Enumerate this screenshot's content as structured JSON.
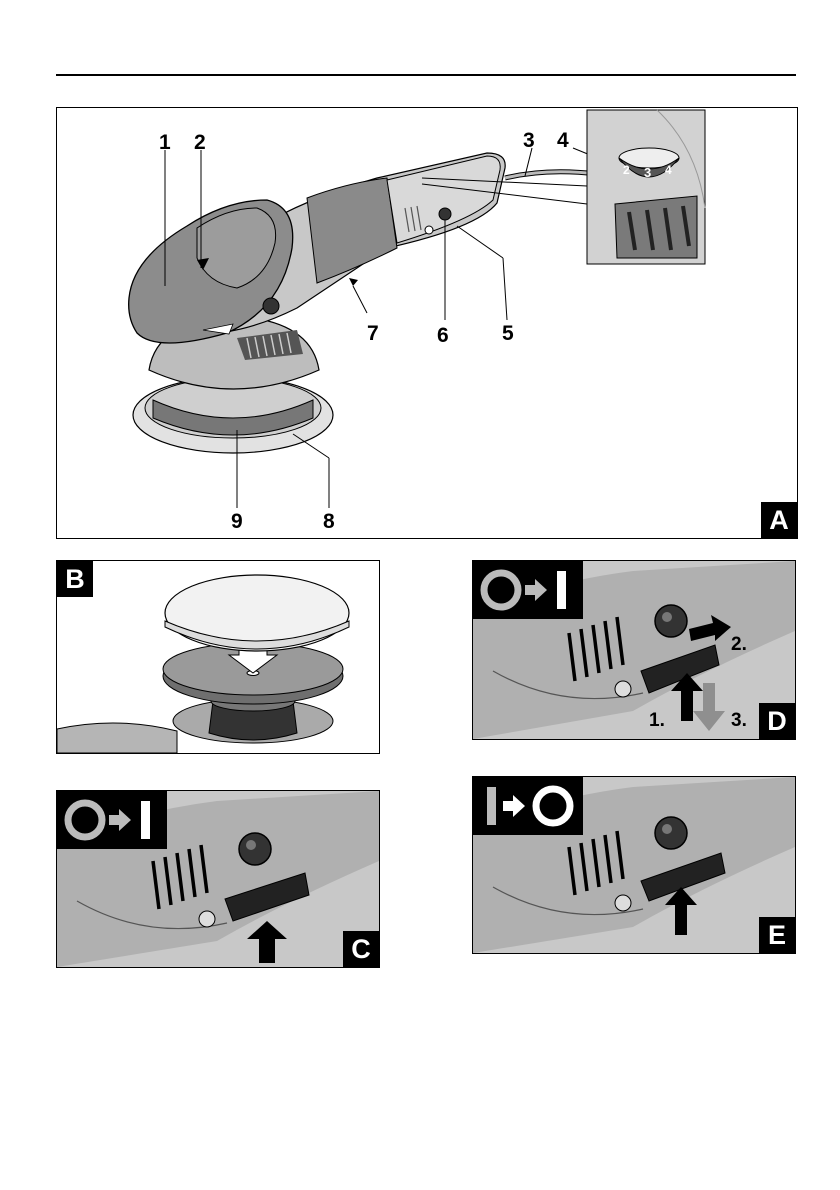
{
  "figure_a": {
    "panel_letter": "A",
    "callouts": [
      "1",
      "2",
      "3",
      "4",
      "5",
      "6",
      "7",
      "8",
      "9"
    ],
    "dial_numbers": [
      "2",
      "3",
      "4"
    ]
  },
  "figure_b": {
    "panel_letter": "B"
  },
  "figure_c": {
    "panel_letter": "C",
    "badge": "off-to-on"
  },
  "figure_d": {
    "panel_letter": "D",
    "badge": "off-to-on",
    "steps": [
      "1.",
      "2.",
      "3."
    ]
  },
  "figure_e": {
    "panel_letter": "E",
    "badge": "on-to-off"
  },
  "colors": {
    "body_dark": "#8a8a8a",
    "body_mid": "#b5b5b5",
    "body_light": "#d6d6d6",
    "line": "#000000"
  }
}
